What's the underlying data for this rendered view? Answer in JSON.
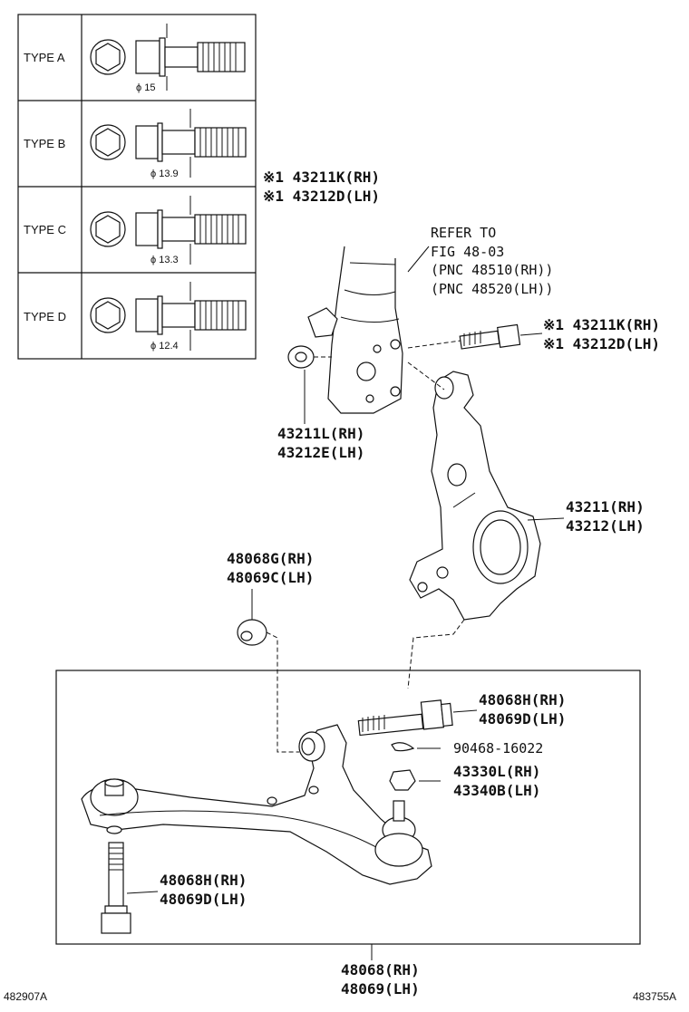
{
  "bolt_types": [
    {
      "label": "TYPE  A",
      "diameter": "ϕ 15"
    },
    {
      "label": "TYPE  B",
      "diameter": "ϕ 13.9"
    },
    {
      "label": "TYPE  C",
      "diameter": "ϕ 13.3"
    },
    {
      "label": "TYPE  D",
      "diameter": "ϕ 12.4"
    }
  ],
  "callouts": {
    "upper_bolt_rh": "※1 43211K(RH)",
    "upper_bolt_lh": "※1 43212D(LH)",
    "refer_line1": "REFER TO",
    "refer_line2": "FIG 48-03",
    "refer_line3": "(PNC 48510(RH))",
    "refer_line4": "(PNC 48520(LH))",
    "strut_bolt_rh": "※1 43211K(RH)",
    "strut_bolt_lh": "※1 43212D(LH)",
    "nut_rh": "43211L(RH)",
    "nut_lh": "43212E(LH)",
    "knuckle_rh": "43211(RH)",
    "knuckle_lh": "43212(LH)",
    "bushing_rh": "48068G(RH)",
    "bushing_lh": "48069C(LH)",
    "front_bolt_rh": "48068H(RH)",
    "front_bolt_lh": "48069D(LH)",
    "cotter_pin": "90468-16022",
    "castle_nut_rh": "43330L(RH)",
    "castle_nut_lh": "43340B(LH)",
    "rear_bolt_rh": "48068H(RH)",
    "rear_bolt_lh": "48069D(LH)",
    "arm_rh": "48068(RH)",
    "arm_lh": "48069(LH)"
  },
  "footer": {
    "left_code": "482907A",
    "right_code": "483755A"
  }
}
